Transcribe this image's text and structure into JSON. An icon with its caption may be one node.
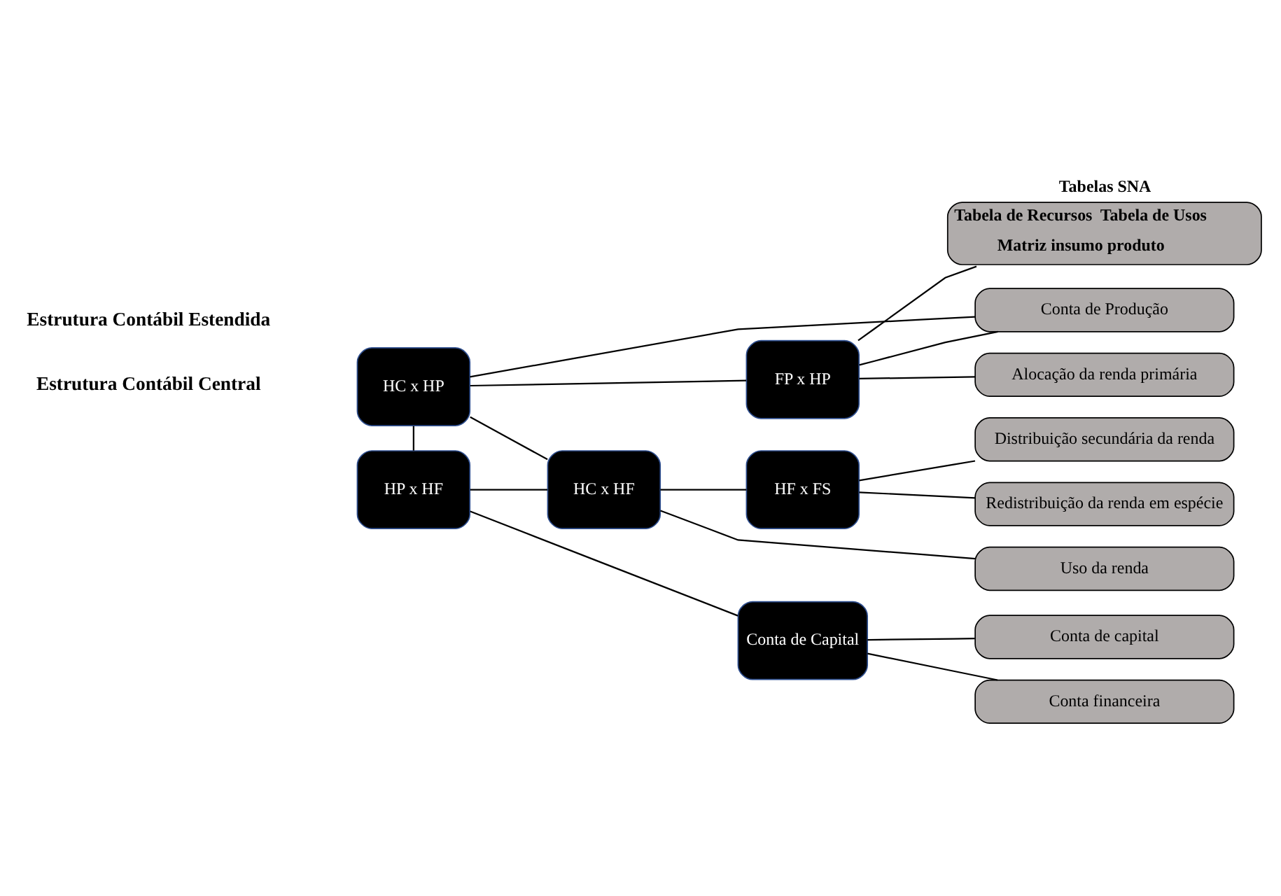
{
  "diagram": {
    "nodes": [
      {
        "text": [
          "HC x HP"
        ]
      },
      {
        "text": [
          "FP x HP"
        ]
      },
      {
        "text": [
          "HP x HF"
        ]
      },
      {
        "text": [
          "HC x HF"
        ]
      },
      {
        "text": [
          "HF x FS"
        ]
      },
      {
        "text": [
          "Conta de Capital"
        ]
      },
      {
        "text": [
          "Tabelas SNA",
          "Tabela de Recursos",
          "Tabela de Usos",
          "Matriz insumo produto"
        ]
      },
      {
        "text": [
          "Conta de Produção"
        ]
      },
      {
        "text": [
          "Alocação da renda primária"
        ]
      },
      {
        "text": [
          "Distribuição secundária da renda"
        ]
      },
      {
        "text": [
          "Redistribuição da renda em espécie"
        ]
      },
      {
        "text": [
          "Uso da renda"
        ]
      },
      {
        "text": [
          "Conta de capital"
        ]
      },
      {
        "text": [
          "Conta financeira"
        ]
      }
    ],
    "edges": [
      {
        "from": 0,
        "to": 7,
        "arrow": "none"
      },
      {
        "from": 0,
        "to": 1,
        "arrow": "none"
      },
      {
        "from": 0,
        "to": 2,
        "arrow": "none"
      },
      {
        "from": 0,
        "to": 3,
        "arrow": "none"
      },
      {
        "from": 1,
        "to": 6,
        "arrow": "none"
      },
      {
        "from": 1,
        "to": 7,
        "arrow": "none"
      },
      {
        "from": 1,
        "to": 8,
        "arrow": "none"
      },
      {
        "from": 2,
        "to": 3,
        "arrow": "none"
      },
      {
        "from": 3,
        "to": 4,
        "arrow": "none"
      },
      {
        "from": 3,
        "to": 11,
        "arrow": "none"
      },
      {
        "from": 4,
        "to": 9,
        "arrow": "none"
      },
      {
        "from": 4,
        "to": 10,
        "arrow": "none"
      },
      {
        "from": 2,
        "to": 5,
        "arrow": "none"
      },
      {
        "from": 5,
        "to": 12,
        "arrow": "none"
      },
      {
        "from": 5,
        "to": 13,
        "arrow": "none"
      }
    ],
    "labels": [
      "Estrutura Contábil Estendida",
      "Estrutura Contábil Central"
    ]
  }
}
